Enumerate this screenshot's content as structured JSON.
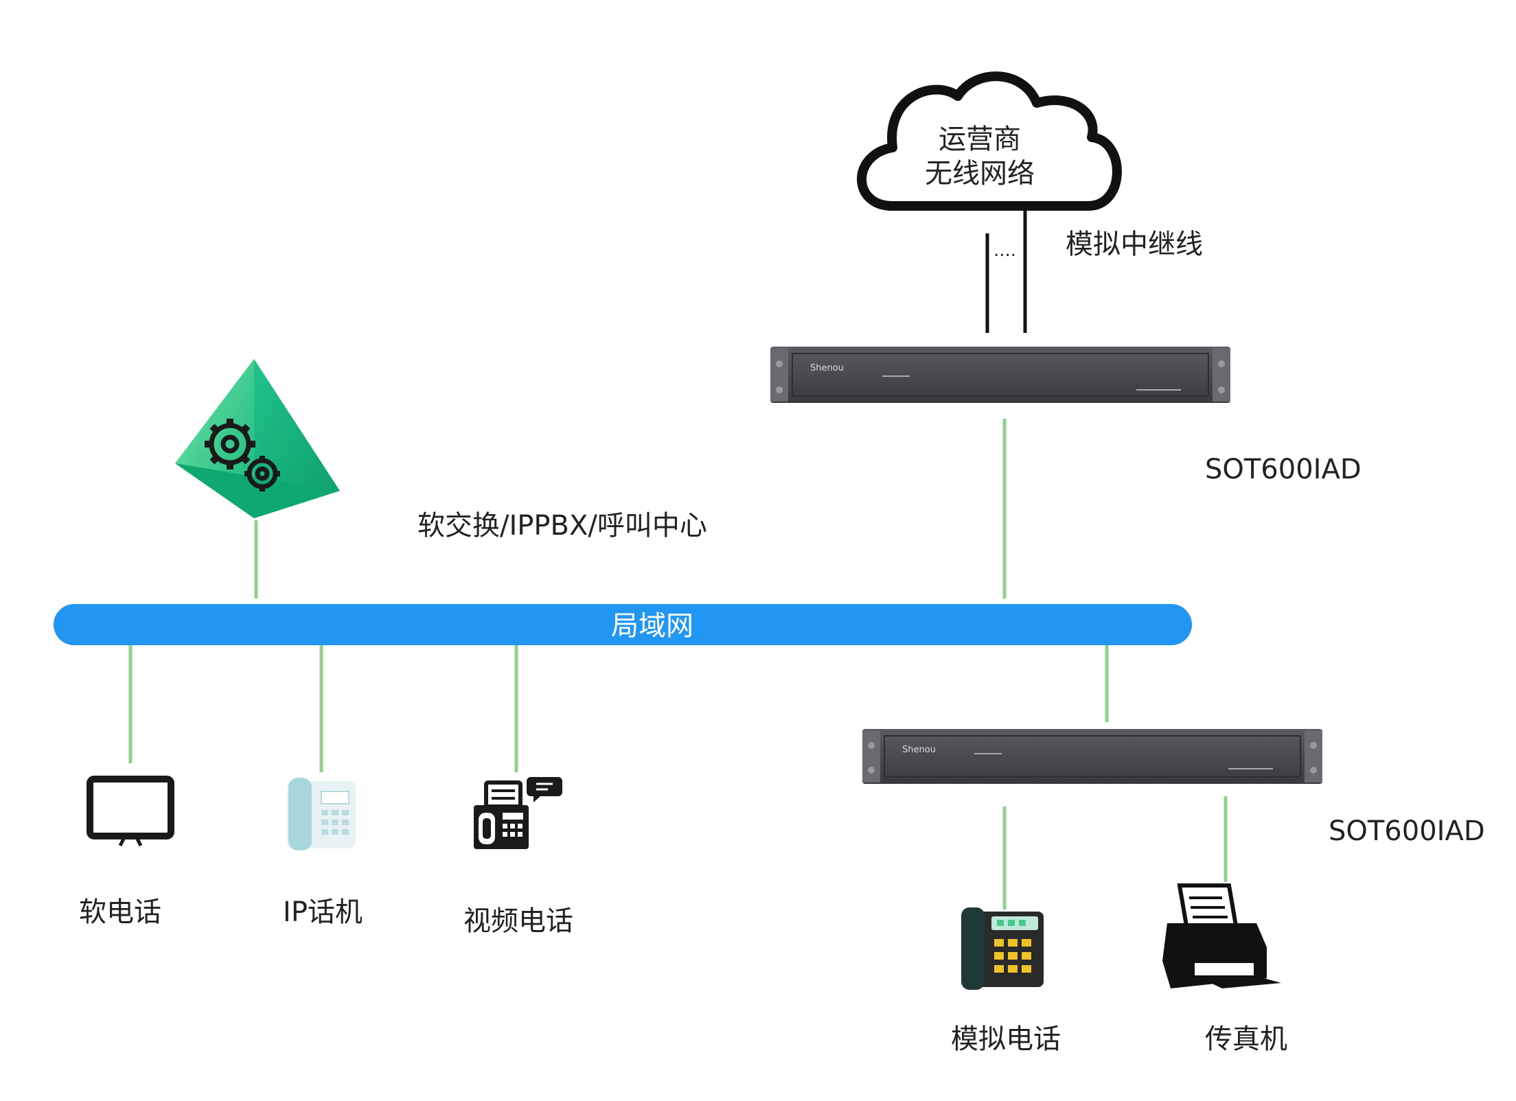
{
  "cloud": {
    "line1": "运营商",
    "line2": "无线网络"
  },
  "trunk_label": "模拟中继线",
  "trunk_dots": "....",
  "softswitch_label": "软交换/IPPBX/呼叫中心",
  "lan_label": "局域网",
  "iad_top": {
    "model": "SOT600IAD",
    "brand": "Shenou"
  },
  "iad_bottom": {
    "model": "SOT600IAD",
    "brand": "Shenou"
  },
  "devices": {
    "softphone": "软电话",
    "ip_phone": "IP话机",
    "video_phone": "视频电话",
    "analog_phone": "模拟电话",
    "fax": "传真机"
  },
  "colors": {
    "lan_bar": "#2196f3",
    "link": "#8fd08f",
    "device_body": "#4a4a4e",
    "pyramid": "#2ecc8a"
  }
}
